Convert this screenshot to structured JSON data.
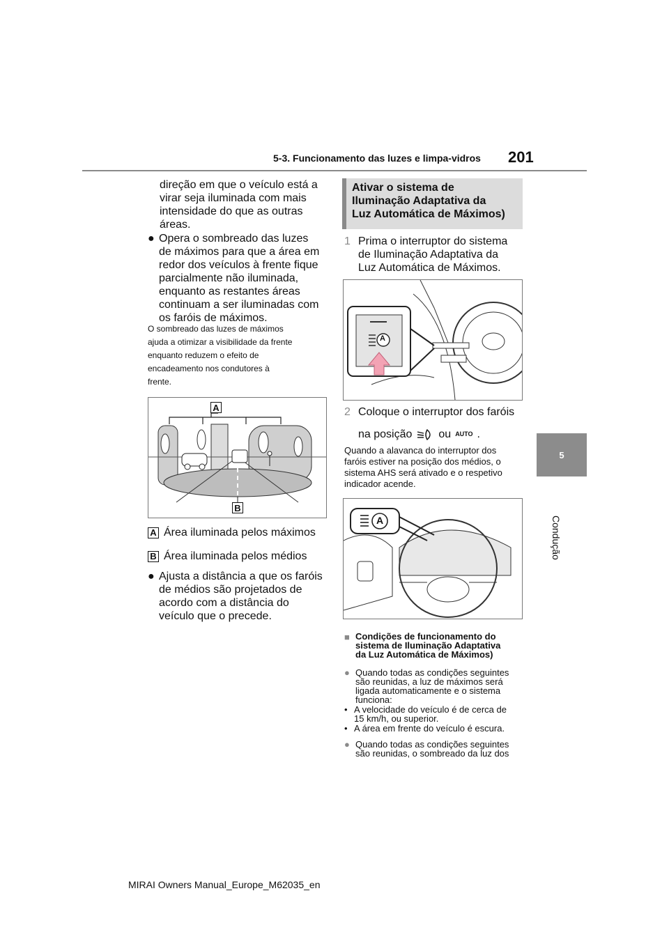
{
  "header": {
    "section_title": "5-3. Funcionamento das luzes e limpa-vidros",
    "page_number": "201"
  },
  "side_tab": {
    "chapter_number": "5",
    "chapter_label": "Condução"
  },
  "footer": {
    "text": "MIRAI Owners Manual_Europe_M62035_en"
  },
  "left_column": {
    "continuation": [
      "direção em que o veículo está a",
      "virar seja iluminada com mais",
      "intensidade do que as outras",
      "áreas."
    ],
    "bullet1": [
      "Opera o sombreado das luzes",
      "de máximos para que a área em",
      "redor dos veículos à frente fique",
      "parcialmente não iluminada,",
      "enquanto as restantes áreas",
      "continuam a ser iluminadas com",
      "os faróis de máximos."
    ],
    "note": [
      "O sombreado das luzes de máximos",
      "ajuda a otimizar a visibilidade da frente",
      "enquanto reduzem o efeito de",
      "encadeamento nos condutores à",
      "frente."
    ],
    "figure_labels": {
      "a": "A",
      "b": "B"
    },
    "legend": [
      {
        "key": "A",
        "text": "Área iluminada pelos máximos"
      },
      {
        "key": "B",
        "text": "Área iluminada pelos médios"
      }
    ],
    "bullet2": [
      "Ajusta a distância a que os faróis",
      "de médios são projetados de",
      "acordo com a distância do",
      "veículo que o precede."
    ]
  },
  "right_column": {
    "section_heading": [
      "Ativar o sistema de",
      "Iluminação Adaptativa da",
      "Luz Automática de Máximos)"
    ],
    "step1_num": "1",
    "step1": [
      "Prima o interruptor do sistema",
      "de Iluminação Adaptativa da",
      "Luz Automática de Máximos."
    ],
    "step2_num": "2",
    "step2_line1": "Coloque o interruptor dos faróis",
    "step2_line2_pre": "na posição",
    "step2_line2_mid": "ou",
    "step2_line2_end": ".",
    "auto_icon_text": "AUTO",
    "switch_letter": "A",
    "note2": [
      "Quando a alavanca do interruptor dos",
      "faróis estiver na posição dos médios, o",
      "sistema AHS será ativado e o respetivo",
      "indicador acende."
    ],
    "indicator_letter": "A",
    "conditions_heading": [
      "Condições de funcionamento do",
      "sistema de Iluminação Adaptativa",
      "da Luz Automática de Máximos)"
    ],
    "cond1": [
      "Quando todas as condições seguintes",
      "são reunidas, a luz de máximos será",
      "ligada automaticamente e o sistema",
      "funciona:"
    ],
    "cond1_items": [
      [
        "A velocidade do veículo é de cerca de",
        "15 km/h, ou superior."
      ],
      [
        "A área em frente do veículo é escura."
      ]
    ],
    "cond2": [
      "Quando todas as condições seguintes",
      "são reunidas, o sombreado da luz dos"
    ]
  },
  "colors": {
    "rule": "#8a8a8a",
    "tab": "#8c8c8c",
    "heading_bg": "#dcdcdc",
    "arrow": "#f3a3b4"
  }
}
